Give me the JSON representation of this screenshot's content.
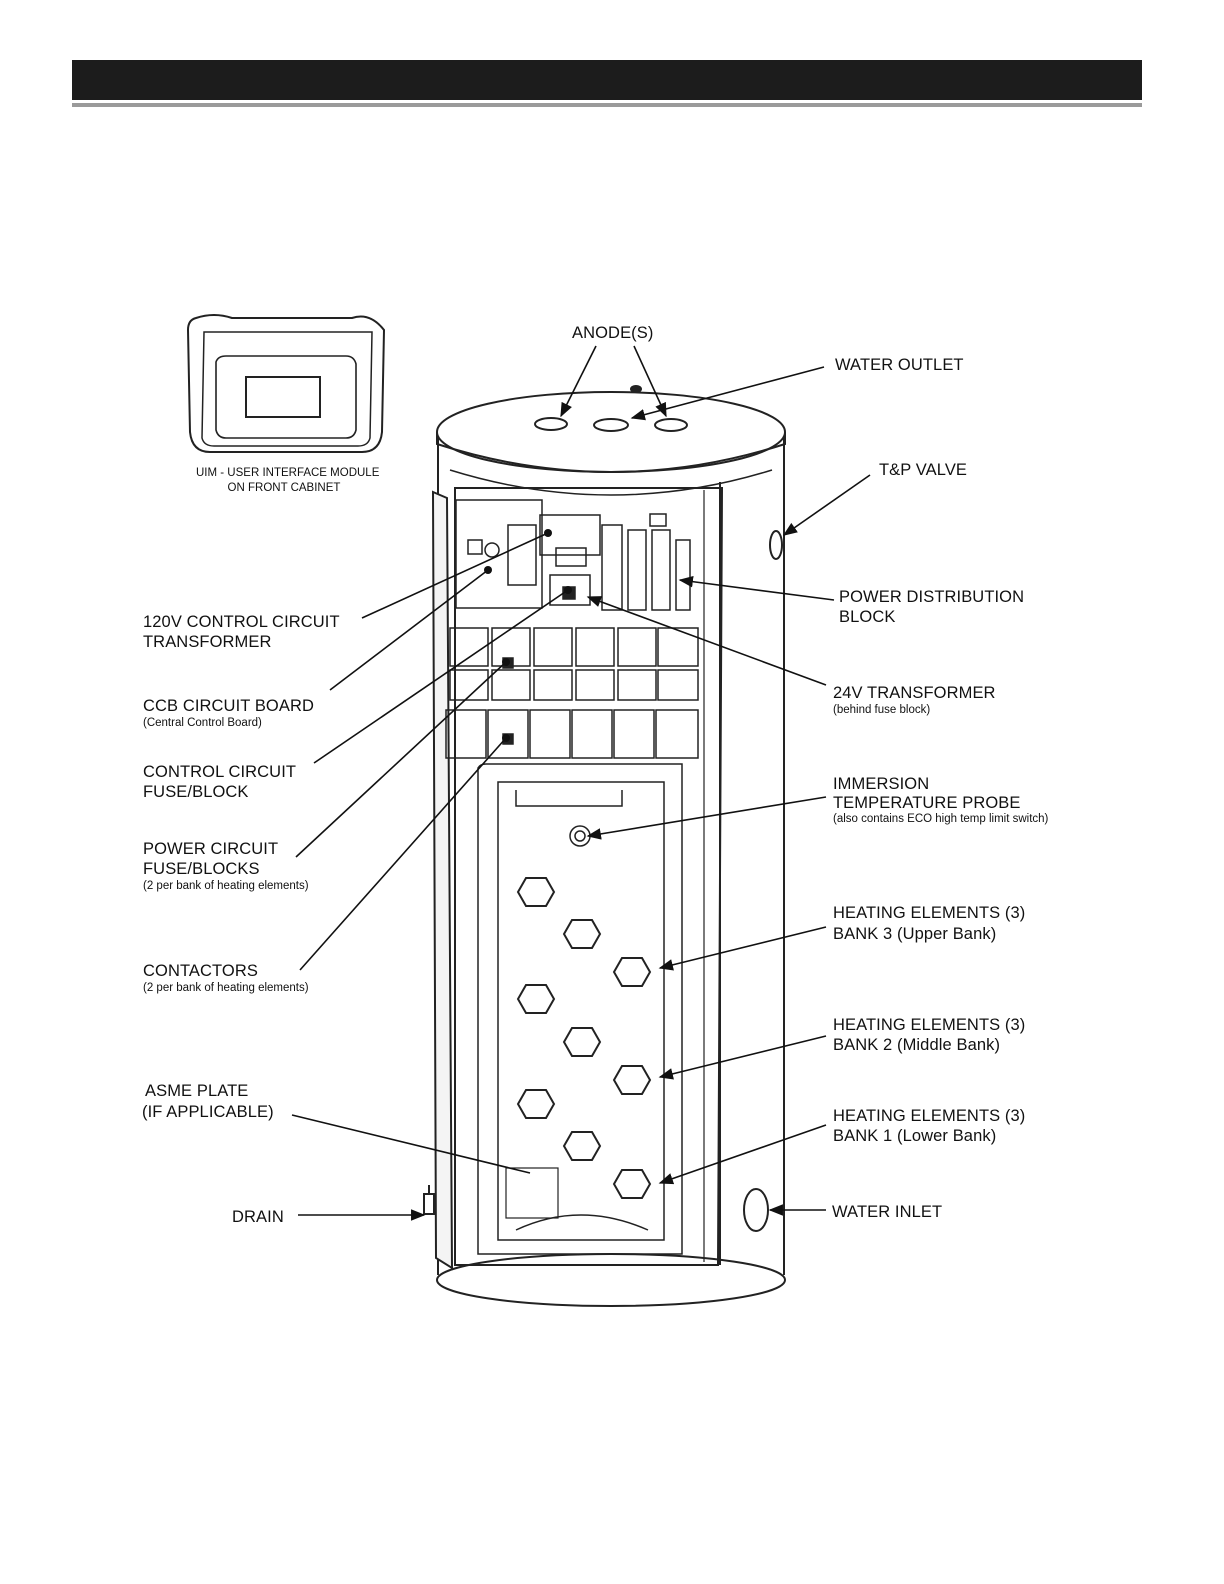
{
  "uim_caption": {
    "line1": "UIM - USER INTERFACE MODULE",
    "line2": "ON FRONT CABINET"
  },
  "labels": {
    "anodes": "ANODE(S)",
    "water_outlet": "WATER OUTLET",
    "tp_valve": "T&P VALVE",
    "power_distribution": {
      "line1": "POWER DISTRIBUTION",
      "line2": "BLOCK"
    },
    "transformer_24v": {
      "line1": "24V TRANSFORMER",
      "note": "(behind fuse block)"
    },
    "immersion_probe": {
      "line1": "IMMERSION",
      "line2": "TEMPERATURE PROBE",
      "note": "(also contains ECO high temp limit switch)"
    },
    "bank3": {
      "line1": "HEATING ELEMENTS (3)",
      "line2": "BANK 3  (Upper Bank)"
    },
    "bank2": {
      "line1": "HEATING ELEMENTS (3)",
      "line2": "BANK 2  (Middle Bank)"
    },
    "bank1": {
      "line1": "HEATING ELEMENTS (3)",
      "line2": "BANK 1  (Lower Bank)"
    },
    "water_inlet": "WATER INLET",
    "control_transformer_120v": {
      "line1": "120V CONTROL CIRCUIT",
      "line2": "TRANSFORMER"
    },
    "ccb": {
      "line1": "CCB CIRCUIT BOARD",
      "note": "(Central Control Board)"
    },
    "control_fuse": {
      "line1": "CONTROL CIRCUIT",
      "line2": "FUSE/BLOCK"
    },
    "power_fuse": {
      "line1": "POWER CIRCUIT",
      "line2": "FUSE/BLOCKS",
      "note": "(2 per bank of heating elements)"
    },
    "contactors": {
      "line1": "CONTACTORS",
      "note": "(2 per bank of heating elements)"
    },
    "asme": {
      "line1": "ASME PLATE",
      "line2": "(IF APPLICABLE)"
    },
    "drain": "DRAIN"
  }
}
